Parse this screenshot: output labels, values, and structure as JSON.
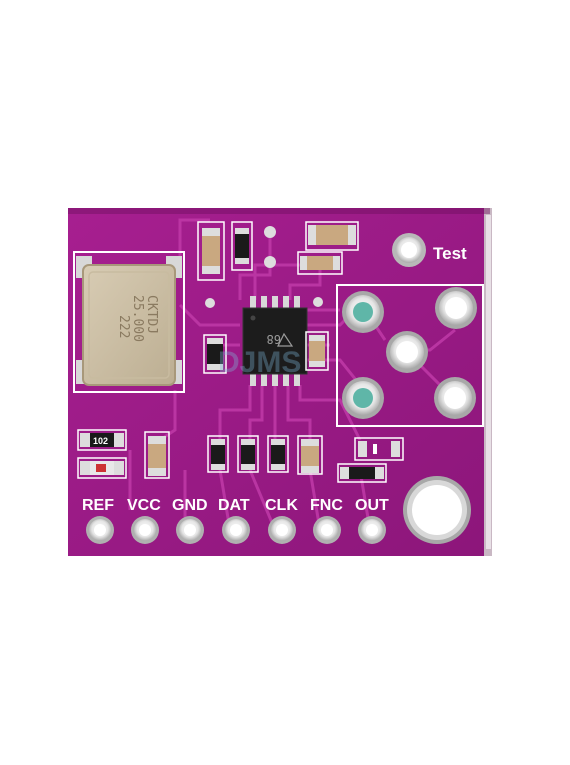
{
  "board": {
    "pcb_color": "#9c1a86",
    "pcb_dark": "#7e136b",
    "trace_color": "#b82aa0",
    "silk_color": "#ffffff",
    "pad_color": "#c9c9c9"
  },
  "test_label": "Test",
  "pin_labels": [
    "REF",
    "VCC",
    "GND",
    "DAT",
    "CLK",
    "FNC",
    "OUT"
  ],
  "crystal": {
    "line1": "CKTDJ",
    "line2": "25.000",
    "line3": "222"
  },
  "resistor_marking": "102",
  "ic_marking": "68",
  "watermark": "DJMS"
}
